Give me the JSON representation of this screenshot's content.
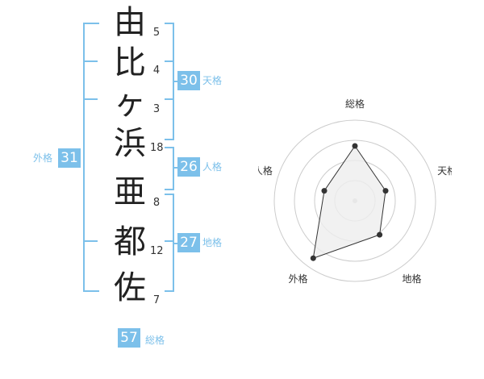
{
  "name": {
    "chars": [
      {
        "char": "由",
        "strokes": "5"
      },
      {
        "char": "比",
        "strokes": "4"
      },
      {
        "char": "ヶ",
        "strokes": "3"
      },
      {
        "char": "浜",
        "strokes": "18"
      },
      {
        "char": "亜",
        "strokes": "8"
      },
      {
        "char": "都",
        "strokes": "12"
      },
      {
        "char": "佐",
        "strokes": "7"
      }
    ]
  },
  "kaku": {
    "tenkaku": {
      "value": "30",
      "label": "天格"
    },
    "jinkaku": {
      "value": "26",
      "label": "人格"
    },
    "chikaku": {
      "value": "27",
      "label": "地格"
    },
    "gaikaku": {
      "value": "31",
      "label": "外格"
    },
    "soukaku": {
      "value": "57",
      "label": "総格"
    }
  },
  "colors": {
    "accent": "#7cc0ea",
    "radar_fill": "#eeeeee",
    "radar_line": "#333333",
    "grid": "#cccccc"
  },
  "chart_data": {
    "type": "radar",
    "axes": [
      "総格",
      "天格",
      "地格",
      "外格",
      "人格"
    ],
    "values": [
      0.68,
      0.4,
      0.52,
      0.88,
      0.4
    ],
    "max": 1,
    "rings": 4
  }
}
